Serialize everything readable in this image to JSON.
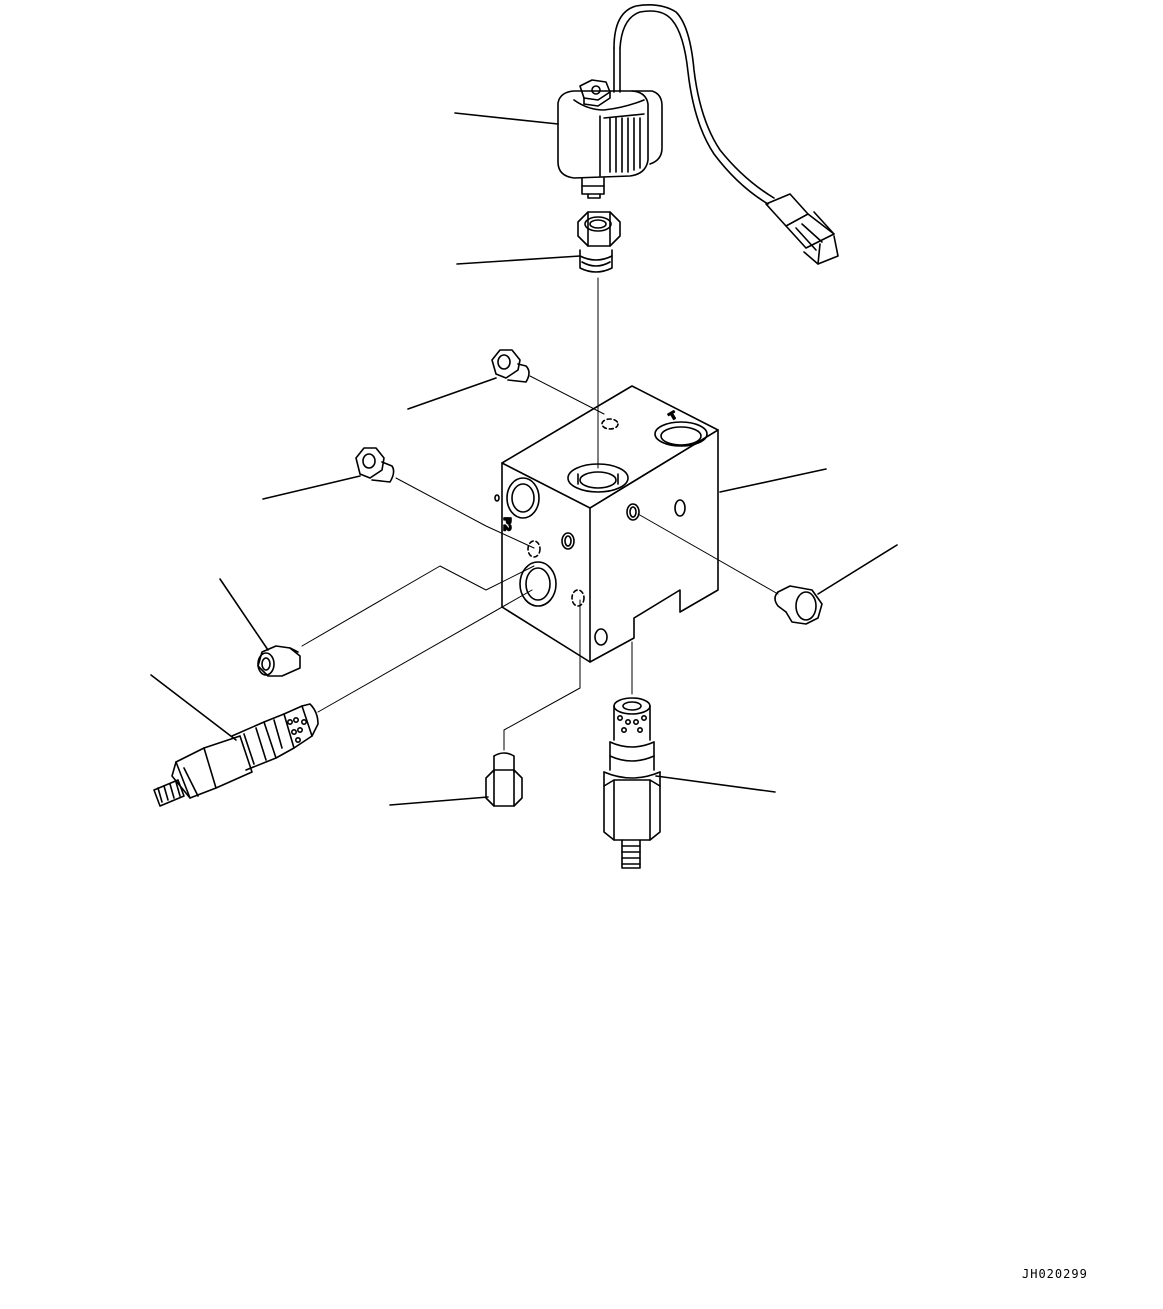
{
  "drawing": {
    "reference_code": "JH020299",
    "port_marks": [
      "P2",
      "T"
    ]
  },
  "colors": {
    "line": "#000000",
    "background": "#ffffff"
  },
  "parts": [
    {
      "id": "solenoid-coil"
    },
    {
      "id": "coil-nut"
    },
    {
      "id": "plug-top"
    },
    {
      "id": "plug-left-upper"
    },
    {
      "id": "valve-block"
    },
    {
      "id": "plug-right"
    },
    {
      "id": "plug-left-lower"
    },
    {
      "id": "cartridge-valve-left"
    },
    {
      "id": "plug-bottom"
    },
    {
      "id": "cartridge-valve-bottom"
    }
  ]
}
